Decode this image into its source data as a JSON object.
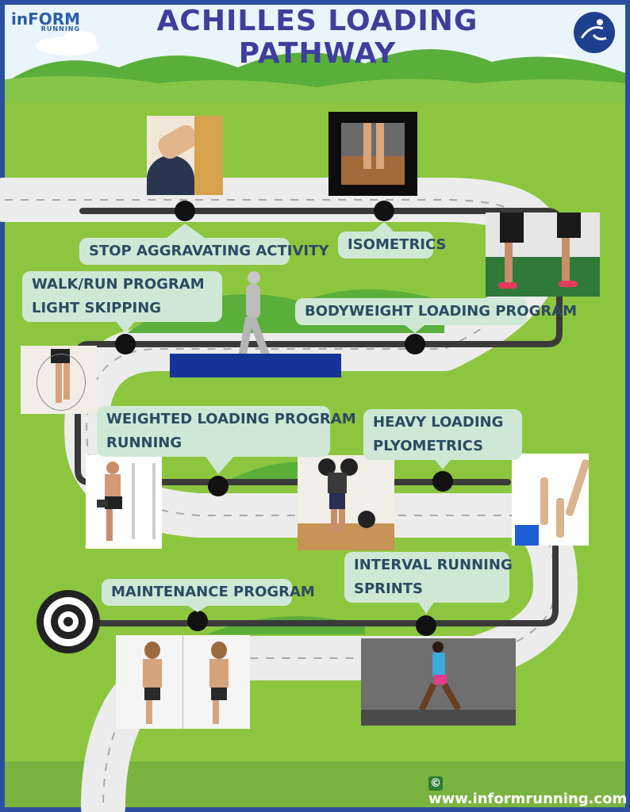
{
  "header": {
    "title": "ACHILLES LOADING PATHWAY",
    "logo_text": "inFORM",
    "logo_subtext": "RUNNING"
  },
  "stages": [
    {
      "lines": [
        "STOP AGGRAVATING ACTIVITY"
      ]
    },
    {
      "lines": [
        "ISOMETRICS"
      ]
    },
    {
      "lines": [
        "WALK/RUN PROGRAM",
        "LIGHT SKIPPING"
      ]
    },
    {
      "lines": [
        "BODYWEIGHT LOADING PROGRAM"
      ]
    },
    {
      "lines": [
        "WEIGHTED LOADING PROGRAM",
        "RUNNING"
      ]
    },
    {
      "lines": [
        "HEAVY LOADING",
        "PLYOMETRICS"
      ]
    },
    {
      "lines": [
        "INTERVAL RUNNING",
        "SPRINTS"
      ]
    },
    {
      "lines": [
        "MAINTENANCE PROGRAM"
      ]
    }
  ],
  "footer": {
    "copyright_symbol": "©",
    "url": "www.informrunning.com"
  },
  "colors": {
    "sky": "#e9f4fb",
    "grass": "#8cc63f",
    "road": "#ececec",
    "path": "#3a3a3a",
    "title": "#3d3f9a",
    "bubble": "#cfe8d6"
  },
  "icons": {
    "logo": "runner-logo-icon",
    "target": "target-icon"
  }
}
